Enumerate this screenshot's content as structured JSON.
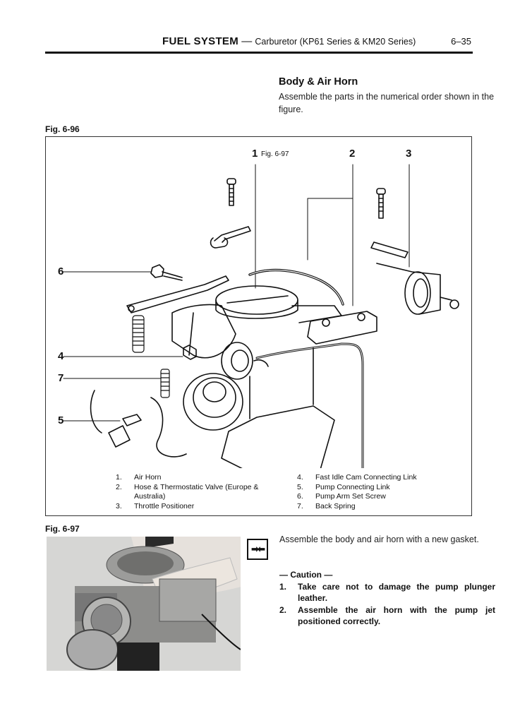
{
  "header": {
    "section": "FUEL SYSTEM",
    "dash": "—",
    "subtitle": "Carburetor (KP61 Series & KM20 Series)",
    "page_number": "6–35"
  },
  "intro": {
    "heading": "Body & Air Horn",
    "text": "Assemble the parts in the numerical order shown in the figure."
  },
  "figure_main": {
    "label": "Fig. 6-96",
    "callouts": [
      {
        "num": "1",
        "ref": "Fig. 6-97"
      },
      {
        "num": "2"
      },
      {
        "num": "3"
      },
      {
        "num": "4"
      },
      {
        "num": "5"
      },
      {
        "num": "6"
      },
      {
        "num": "7"
      }
    ],
    "legend": [
      {
        "num": "1.",
        "text": "Air Horn"
      },
      {
        "num": "2.",
        "text": "Hose & Thermostatic Valve (Europe &",
        "cont": "Australia)"
      },
      {
        "num": "3.",
        "text": "Throttle Positioner"
      },
      {
        "num": "4.",
        "text": "Fast Idle Cam Connecting Link"
      },
      {
        "num": "5.",
        "text": "Pump Connecting Link"
      },
      {
        "num": "6.",
        "text": "Pump Arm Set Screw"
      },
      {
        "num": "7.",
        "text": "Back Spring"
      }
    ]
  },
  "figure_photo": {
    "label": "Fig. 6-97"
  },
  "instruction": {
    "icon": "new-part-arrows-icon",
    "icon_glyph": "➡⬅",
    "text": "Assemble the body and air horn with a new gasket.",
    "caution_title": "— Caution —",
    "cautions": [
      {
        "num": "1.",
        "text": "Take care not to damage the pump plunger leather."
      },
      {
        "num": "2.",
        "text": "Assemble the air horn with the pump jet positioned correctly."
      }
    ]
  }
}
